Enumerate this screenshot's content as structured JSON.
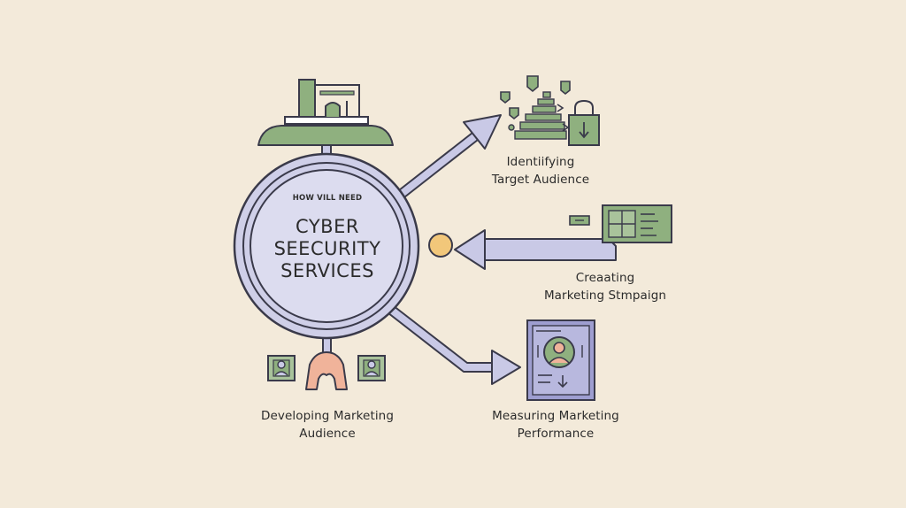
{
  "center": {
    "eyebrow": "HOW VILL NEED",
    "title_lines": [
      "CYBER",
      "SEECURITY",
      "SERVICES"
    ]
  },
  "nodes": [
    {
      "id": "identifying",
      "lines": [
        "Identiifying",
        "Target Audience"
      ],
      "icon": "pyramid-lock-icon"
    },
    {
      "id": "creating",
      "lines": [
        "Creaating",
        "Marketing Stmpaign"
      ],
      "icon": "calendar-board-icon"
    },
    {
      "id": "measuring",
      "lines": [
        "Measuring Marketing",
        "Performance"
      ],
      "icon": "profile-report-icon"
    },
    {
      "id": "developing",
      "lines": [
        "Developing Marketing",
        "Audience"
      ],
      "icon": "people-arch-icon"
    }
  ],
  "top_icon": "building-scale-icon",
  "colors": {
    "background": "#f3eada",
    "circle_fill": "#cfcfe8",
    "circle_stroke": "#3a3a4a",
    "arrow_fill": "#c9c9e6",
    "green": "#8fb07f",
    "peach": "#f0b39a",
    "gold": "#f2c77a"
  }
}
